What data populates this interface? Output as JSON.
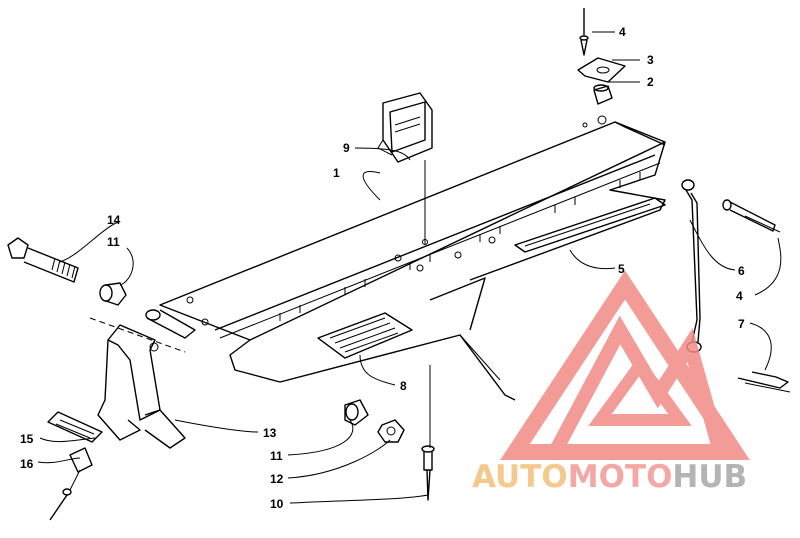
{
  "callouts": [
    {
      "label": "1"
    },
    {
      "label": "2"
    },
    {
      "label": "3"
    },
    {
      "label": "4"
    },
    {
      "label": "4"
    },
    {
      "label": "5"
    },
    {
      "label": "6"
    },
    {
      "label": "7"
    },
    {
      "label": "8"
    },
    {
      "label": "9"
    },
    {
      "label": "10"
    },
    {
      "label": "11"
    },
    {
      "label": "11"
    },
    {
      "label": "12"
    },
    {
      "label": "13"
    },
    {
      "label": "14"
    },
    {
      "label": "15"
    },
    {
      "label": "16"
    }
  ],
  "watermark": {
    "part1": "AUTO",
    "part2": "MOTO",
    "part3": "HUB",
    "colors": {
      "part1": "#f4c07a",
      "part2": "#f39a95",
      "part3": "#a8a8a8",
      "logo": "#f28b86"
    }
  }
}
